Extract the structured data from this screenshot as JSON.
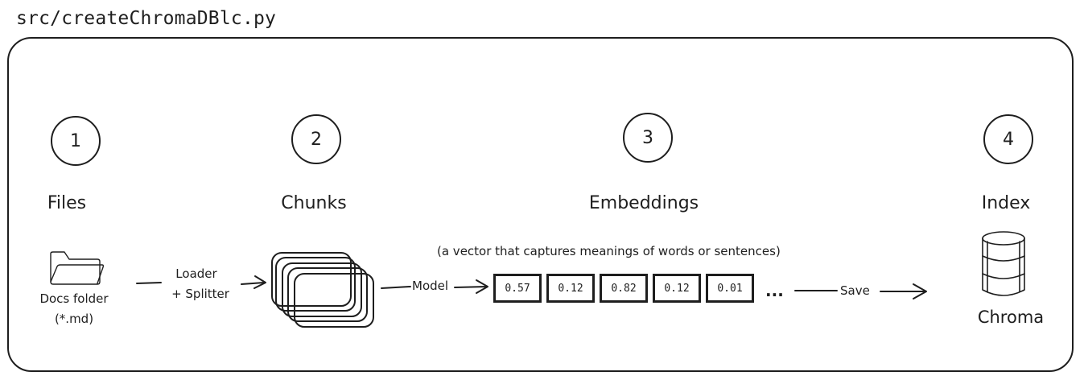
{
  "header": {
    "file_path": "src/createChromaDBlc.py"
  },
  "stages": [
    {
      "number": "1",
      "title": "Files"
    },
    {
      "number": "2",
      "title": "Chunks"
    },
    {
      "number": "3",
      "title": "Embeddings"
    },
    {
      "number": "4",
      "title": "Index"
    }
  ],
  "files": {
    "caption_line1": "Docs folder",
    "caption_line2": "(*.md)",
    "icon": "folder-icon"
  },
  "arrows": {
    "loader_line1": "Loader",
    "loader_line2": "+ Splitter",
    "model": "Model",
    "save": "Save"
  },
  "embeddings": {
    "description": "(a vector that captures meanings of words or sentences)",
    "values": [
      "0.57",
      "0.12",
      "0.82",
      "0.12",
      "0.01"
    ],
    "ellipsis": "..."
  },
  "index": {
    "caption": "Chroma",
    "icon": "database-icon"
  }
}
